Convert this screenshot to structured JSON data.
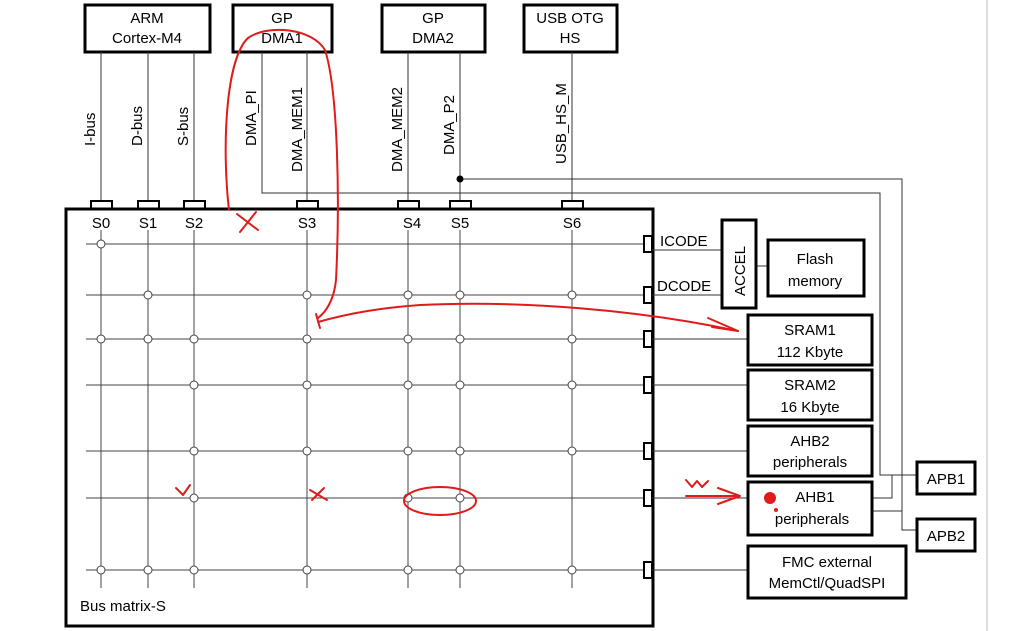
{
  "masters": [
    {
      "id": "arm",
      "line1": "ARM",
      "line2": "Cortex-M4"
    },
    {
      "id": "dma1",
      "line1": "GP",
      "line2": "DMA1"
    },
    {
      "id": "dma2",
      "line1": "GP",
      "line2": "DMA2"
    },
    {
      "id": "usb",
      "line1": "USB OTG",
      "line2": "HS"
    }
  ],
  "bus_signals": [
    "I-bus",
    "D-bus",
    "S-bus",
    "DMA_PI",
    "DMA_MEM1",
    "DMA_MEM2",
    "DMA_P2",
    "USB_HS_M"
  ],
  "slave_ports": [
    "S0",
    "S1",
    "S2",
    "S3",
    "S4",
    "S5",
    "S6"
  ],
  "matrix_label": "Bus matrix-S",
  "code_buses": {
    "icode": "ICODE",
    "dcode": "DCODE",
    "accel": "ACCEL"
  },
  "slaves": {
    "flash": {
      "line1": "Flash",
      "line2": "memory"
    },
    "sram1": {
      "line1": "SRAM1",
      "line2": "112 Kbyte"
    },
    "sram2": {
      "line1": "SRAM2",
      "line2": "16 Kbyte"
    },
    "ahb2": {
      "line1": "AHB2",
      "line2": "peripherals"
    },
    "ahb1": {
      "line1": "AHB1",
      "line2": "peripherals"
    },
    "fmc": {
      "line1": "FMC external",
      "line2": "MemCtl/QuadSPI"
    }
  },
  "bridges": {
    "apb1": "APB1",
    "apb2": "APB2"
  },
  "annotation_color": "#e01b1b"
}
